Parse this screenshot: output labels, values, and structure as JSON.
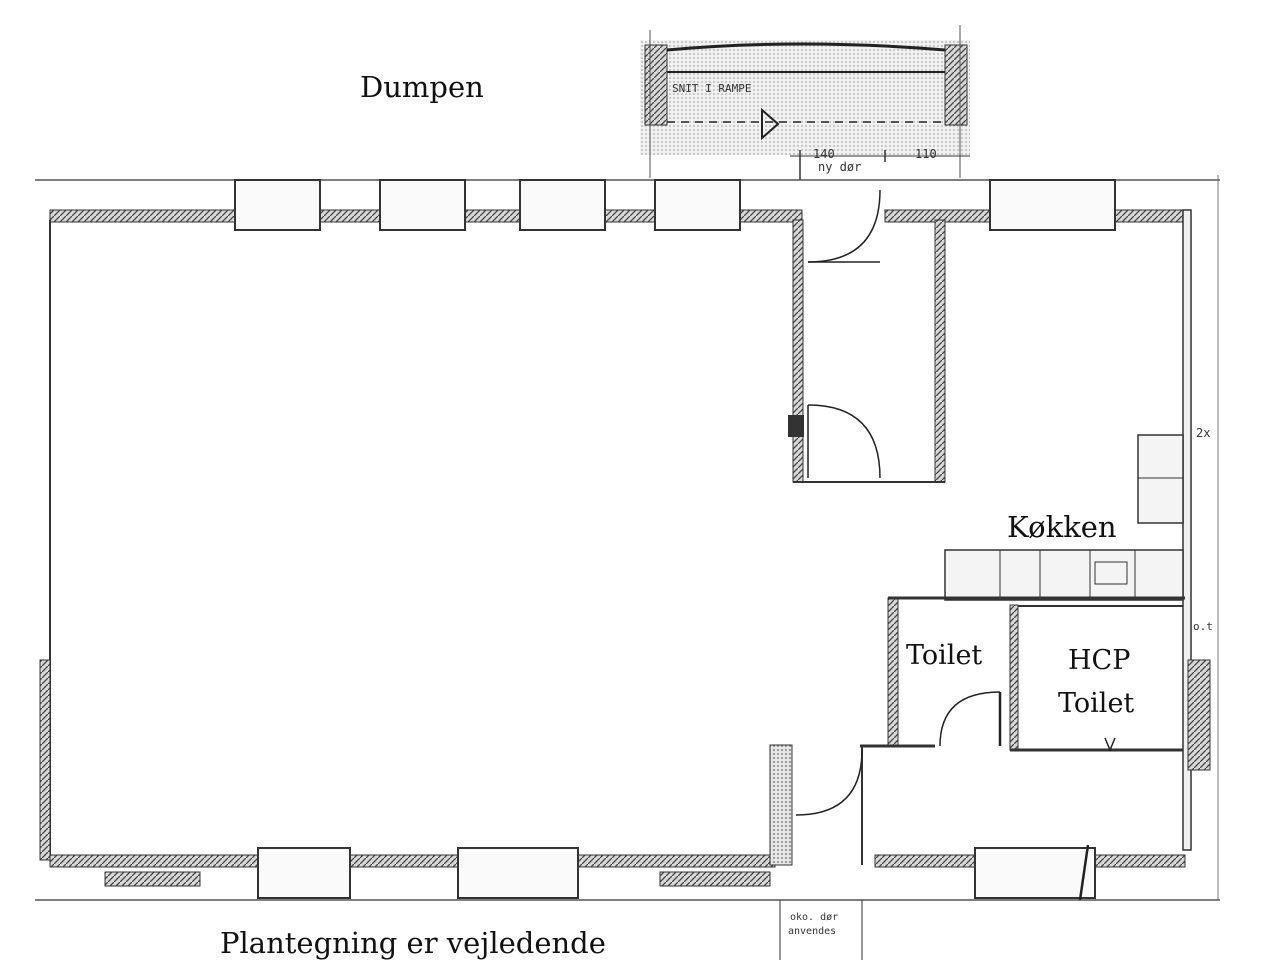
{
  "labels": {
    "dumpen": "Dumpen",
    "koekken": "Køkken",
    "toilet": "Toilet",
    "hcp_line1": "HCP",
    "hcp_line2": "Toilet",
    "footer": "Plantegning er vejledende"
  },
  "annotations": {
    "section": "SNIT I RAMPE",
    "dim_left": "140",
    "dim_right": "110",
    "new_door": "ny dør",
    "old_door_1": "oko. dør",
    "old_door_2": "anvendes",
    "multiplier": "2x",
    "ot": "o.t"
  },
  "colors": {
    "wall": "#6f6f6f",
    "wall_dark": "#333333",
    "line": "#2a2a2a"
  }
}
